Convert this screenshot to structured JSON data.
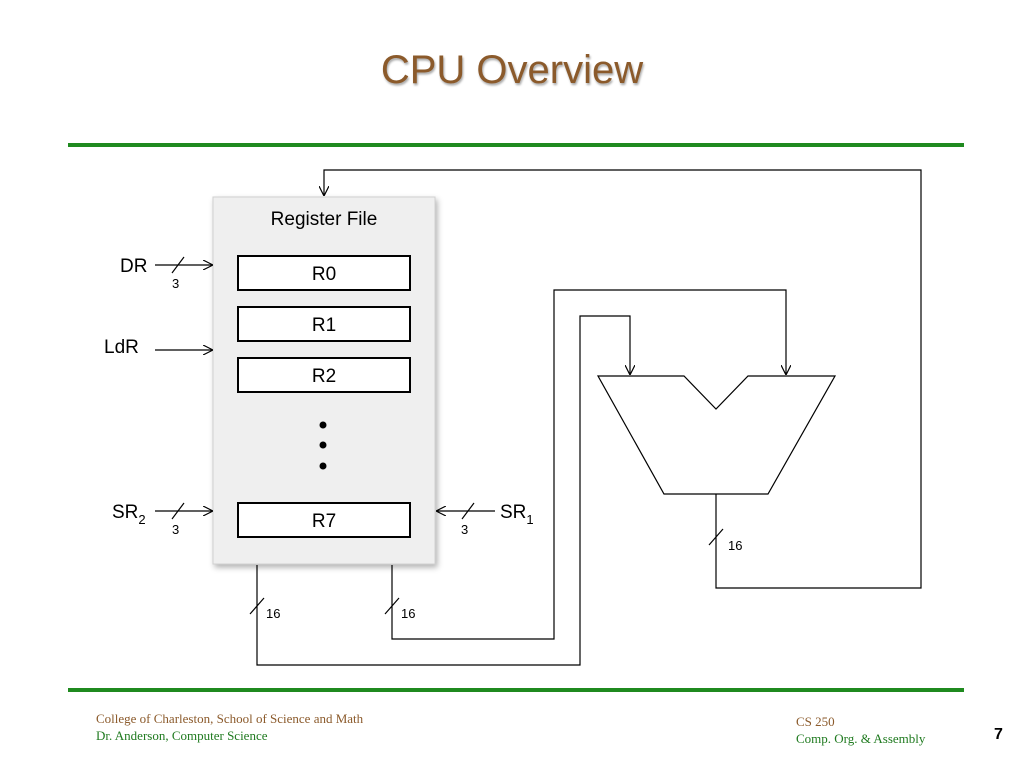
{
  "slide": {
    "title": "CPU Overview",
    "page_number": "7"
  },
  "colors": {
    "title": "#8b5a2b",
    "rule": "#1f8a1f",
    "footer_brown": "#8b5a2b",
    "footer_green": "#1f7a1f"
  },
  "diagram": {
    "register_file_label": "Register File",
    "registers": [
      "R0",
      "R1",
      "R2",
      "R7"
    ],
    "inputs": {
      "dr": {
        "label": "DR",
        "width": "3"
      },
      "ldr": {
        "label": "LdR"
      },
      "sr2": {
        "label": "SR",
        "sub": "2",
        "width": "3"
      },
      "sr1": {
        "label": "SR",
        "sub": "1",
        "width": "3"
      }
    },
    "bus_widths": {
      "out_left": "16",
      "out_right": "16",
      "alu_out": "16"
    }
  },
  "footer": {
    "left_line1": "College of Charleston, School of Science and Math",
    "left_line2": "Dr. Anderson, Computer Science",
    "right_line1": "CS 250",
    "right_line2": "Comp. Org. & Assembly"
  }
}
